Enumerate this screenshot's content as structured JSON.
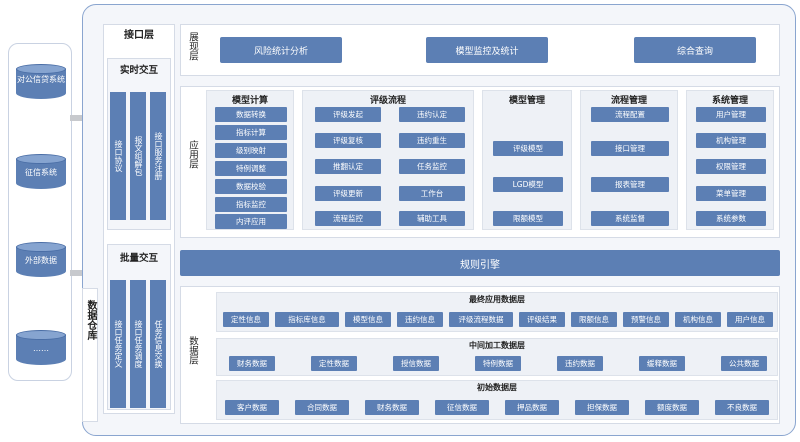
{
  "sources": [
    {
      "label": "对公信贷系统"
    },
    {
      "label": "征信系统"
    },
    {
      "label": "外部数据"
    },
    {
      "label": "……"
    }
  ],
  "interface_layer": {
    "title": "接口层",
    "realtime": {
      "title": "实时交互",
      "bars": [
        "接口协议",
        "报文组解包",
        "接口服务注册"
      ]
    },
    "batch": {
      "title": "批量交互",
      "bars": [
        "接口任务定义",
        "接口任务调度",
        "任务信息交换"
      ]
    }
  },
  "data_warehouse": "数据仓库",
  "display_layer": {
    "label": "展现层",
    "buttons": [
      "风险统计分析",
      "模型监控及统计",
      "综合查询"
    ]
  },
  "app_layer": {
    "label": "应用层",
    "groups": [
      {
        "title": "模型计算",
        "items": [
          "数据转换",
          "指标计算",
          "级别映射",
          "特例调整",
          "数据校验",
          "指标监控",
          "内评应用"
        ]
      },
      {
        "title": "评级流程",
        "items": [
          "评级发起",
          "违约认定",
          "评级复核",
          "违约重生",
          "推翻认定",
          "任务监控",
          "评级更新",
          "工作台",
          "流程监控",
          "辅助工具"
        ]
      },
      {
        "title": "模型管理",
        "items": [
          "评级模型",
          "LGD模型",
          "限额模型"
        ]
      },
      {
        "title": "流程管理",
        "items": [
          "流程配置",
          "接口管理",
          "报表管理",
          "系统监督"
        ]
      },
      {
        "title": "系统管理",
        "items": [
          "用户管理",
          "机构管理",
          "权限管理",
          "菜单管理",
          "系统参数"
        ]
      }
    ]
  },
  "rules_engine": "规则引擎",
  "data_layer": {
    "label": "数据层",
    "sublayers": [
      {
        "title": "最终应用数据层",
        "items": [
          "定性信息",
          "指标库信息",
          "模型信息",
          "违约信息",
          "评级流程数据",
          "评级结果",
          "限额信息",
          "预警信息",
          "机构信息",
          "用户信息"
        ]
      },
      {
        "title": "中间加工数据层",
        "items": [
          "财务数据",
          "定性数据",
          "授信数据",
          "特例数据",
          "违约数据",
          "缓释数据",
          "公共数据"
        ]
      },
      {
        "title": "初始数据层",
        "items": [
          "客户数据",
          "合同数据",
          "财务数据",
          "征信数据",
          "押品数据",
          "担保数据",
          "额度数据",
          "不良数据"
        ]
      }
    ]
  },
  "colors": {
    "accent": "#5c7fb4",
    "frame": "#8aa5cf",
    "arrow": "#c7c9cd"
  }
}
